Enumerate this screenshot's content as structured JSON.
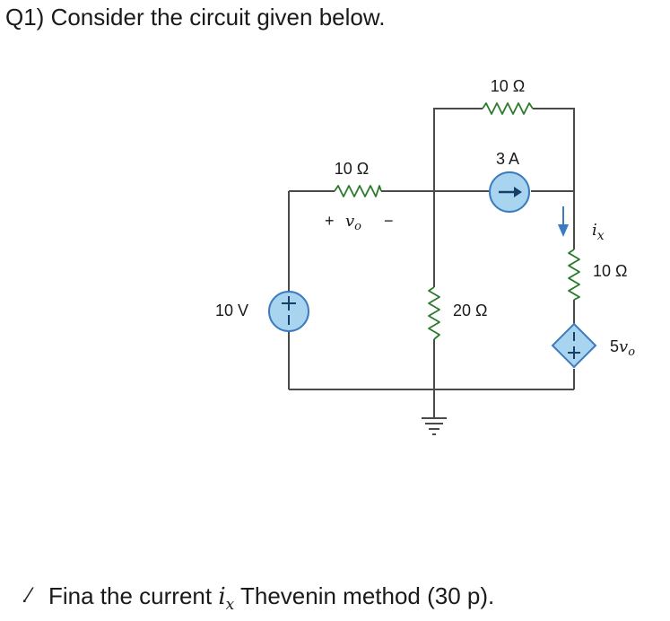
{
  "header": {
    "question": "Q1) Consider the circuit given below."
  },
  "circuit": {
    "r_top": "10 Ω",
    "current_source": "3 A",
    "r_left": "10 Ω",
    "vo_plus": "+",
    "vo_var": "v",
    "vo_sub": "o",
    "vo_minus": "−",
    "voltage_source": "10 V",
    "r_mid": "20 Ω",
    "ix_var": "i",
    "ix_sub": "x",
    "r_right": "10 Ω",
    "dep_coeff": "5",
    "dep_var": "v",
    "dep_sub": "o"
  },
  "footer": {
    "mark": ".⁄",
    "task_prefix": "Fina the current ",
    "task_var": "i",
    "task_sub": "x",
    "task_suffix": " Thevenin method (30 p)."
  },
  "colors": {
    "wire": "#4a4a4a",
    "resistor": "#2a7a2a",
    "source_fill": "#a9d4f0",
    "source_stroke": "#3b7bbf"
  }
}
